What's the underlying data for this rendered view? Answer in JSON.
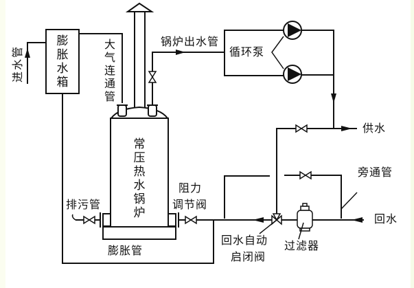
{
  "diagram": {
    "title_hidden": "常压热水锅炉系统图",
    "line_color": "#111111",
    "background": "#ffffff",
    "labels": {
      "inlet_pipe": "进水管",
      "expansion_tank": "膨胀水箱",
      "atmospheric_pipe": "大气连通管",
      "boiler_outlet_pipe": "锅炉出水管",
      "circulation_pump": "循环泵",
      "supply_water": "供水",
      "bypass_pipe": "旁通管",
      "return_water": "回水",
      "boiler": "常压热水锅炉",
      "drain_pipe": "排污管",
      "resistance_valve_line1": "阻力",
      "resistance_valve_line2": "调节阀",
      "return_auto_valve_line1": "回水自动",
      "return_auto_valve_line2": "启闭阀",
      "filter": "过滤器",
      "expansion_pipe": "膨胀管"
    },
    "components": [
      {
        "id": "expansion-tank",
        "label": "膨胀水箱"
      },
      {
        "id": "boiler",
        "label": "常压热水锅炉"
      },
      {
        "id": "circulation-pump-1",
        "label": "循环泵"
      },
      {
        "id": "circulation-pump-2",
        "label": "循环泵"
      },
      {
        "id": "filter",
        "label": "过滤器"
      },
      {
        "id": "return-auto-valve",
        "label": "回水自动启闭阀"
      },
      {
        "id": "resistance-valve",
        "label": "阻力调节阀"
      }
    ],
    "flows": [
      {
        "from": "进水管",
        "to": "膨胀水箱"
      },
      {
        "from": "锅炉",
        "to": "循环泵",
        "via": "锅炉出水管"
      },
      {
        "from": "循环泵",
        "to": "供水"
      },
      {
        "from": "回水",
        "to": "锅炉",
        "via": [
          "过滤器",
          "回水自动启闭阀",
          "阻力调节阀"
        ]
      },
      {
        "from": "膨胀水箱",
        "to": "锅炉",
        "via": "膨胀管"
      }
    ]
  }
}
